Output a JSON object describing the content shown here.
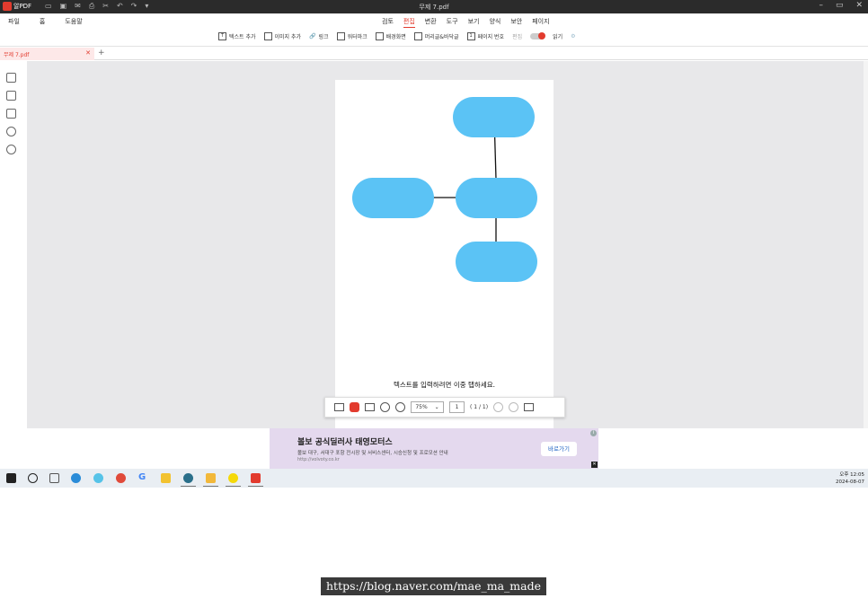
{
  "app": {
    "name": "알PDF",
    "window_title": "무제 7.pdf"
  },
  "menu": {
    "left": [
      "파일",
      "홈",
      "도움말"
    ],
    "tabs": [
      "검토",
      "편집",
      "변환",
      "도구",
      "보기",
      "양식",
      "보안",
      "페이지"
    ],
    "active_tab": "편집"
  },
  "toolbar": {
    "items": [
      "텍스트 추가",
      "이미지 추가",
      "링크",
      "워터마크",
      "배경화면",
      "머리글&바닥글",
      "페이지 번호"
    ],
    "mode_edit": "편집",
    "mode_read": "읽기"
  },
  "document_tab": {
    "name": "무제 7.pdf"
  },
  "page": {
    "hint": "텍스트를 입력하려면 이중 탭하세요."
  },
  "viewbar": {
    "zoom": "75%",
    "page_input": "1",
    "page_total": "( 1 / 1)"
  },
  "ad": {
    "title": "볼보 공식딜러사 태영모터스",
    "desc": "볼보 대구, 서대구 포항 전시장 및 서비스센터, 시승신청 및 프로모션 안내",
    "url": "http://volvoty.co.kr",
    "button": "바로가기"
  },
  "clock": {
    "time": "오후 12:05",
    "date": "2024-08-07"
  },
  "watermark": "https://blog.naver.com/mae_ma_made",
  "colors": {
    "accent": "#e23b2e",
    "shape_fill": "#5bc3f5",
    "titlebar": "#2b2b2b"
  }
}
